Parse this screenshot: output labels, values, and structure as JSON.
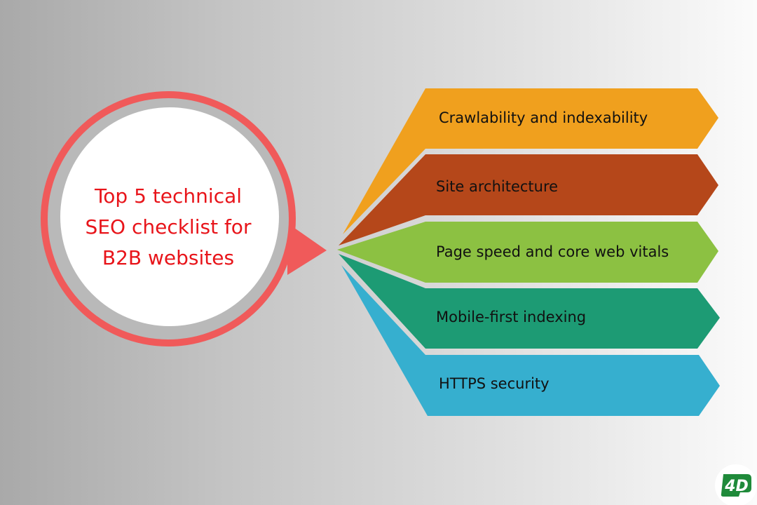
{
  "title": {
    "lines": [
      "Top 5 technical",
      "SEO checklist for",
      "B2B websites"
    ],
    "color": "#e8141a"
  },
  "ring_color": "#f05a5a",
  "items": [
    {
      "label": "Crawlability and indexability",
      "color": "#f0a01e"
    },
    {
      "label": "Site architecture",
      "color": "#b5471a"
    },
    {
      "label": "Page speed and core web vitals",
      "color": "#8cc142"
    },
    {
      "label": "Mobile-first indexing",
      "color": "#1d9b74"
    },
    {
      "label": "HTTPS security",
      "color": "#36afcf"
    }
  ],
  "logo": {
    "text": "4D",
    "color": "#1f8a3a",
    "icon": "brand-logo-icon"
  }
}
